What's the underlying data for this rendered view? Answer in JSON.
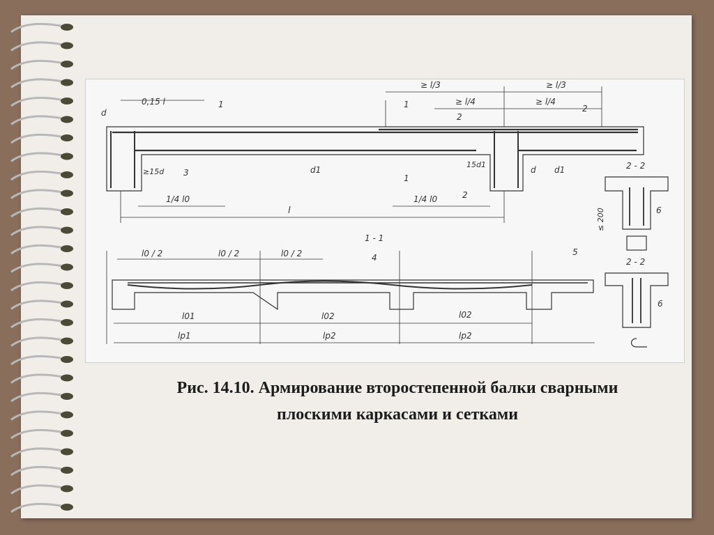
{
  "caption": {
    "line1": "Рис. 14.10. Армирование второстепенной балки сварными",
    "line2": "плоскими каркасами и сетками"
  },
  "drawing": {
    "top_dims": {
      "l3_left": "≥ l/3",
      "l3_right": "≥ l/3",
      "l4_left": "≥ l/4",
      "l4_right": "≥ l/4",
      "d015": "0,15 l"
    },
    "labels": {
      "d": "d",
      "d_right": "d",
      "one": "1",
      "two": "2",
      "three": "3",
      "d1_mid": "d1",
      "d1_right": "d1",
      "fifteen_d": "≥15d",
      "fifteen_d1": "15d1",
      "sec1_top": "1",
      "sec1_bot": "1",
      "sec2_top": "2",
      "sec2_bot": "2",
      "quarter_left": "1/4 l0",
      "quarter_right": "1/4 l0",
      "span": "l"
    },
    "section_2_2_a": "2 - 2",
    "section_2_2_b": "2 - 2",
    "section_1_1": "1 - 1",
    "dim_200": "≤ 200",
    "six_a": "6",
    "six_b": "6",
    "slab": {
      "half_spans": [
        "l0 / 2",
        "l0 / 2",
        "l0 / 2"
      ],
      "four": "4",
      "five": "5",
      "clear_spans": [
        "l01",
        "l02",
        "l02"
      ],
      "design_spans": [
        "lp1",
        "lp2",
        "lp2"
      ]
    }
  }
}
